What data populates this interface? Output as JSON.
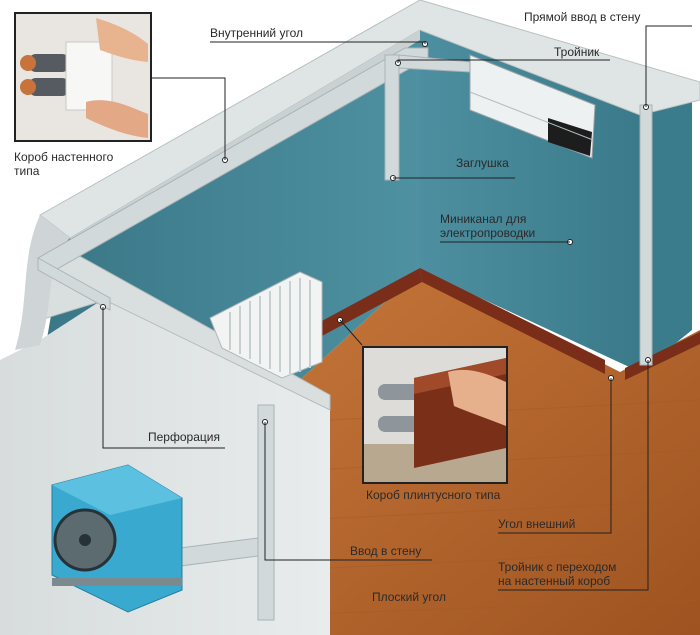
{
  "labels": {
    "internal_corner": "Внутренний угол",
    "direct_wall_entry": "Прямой ввод в стену",
    "tee": "Тройник",
    "wall_box_line1": "Короб настенного",
    "wall_box_line2": "типа",
    "end_cap": "Заглушка",
    "minichannel_line1": "Миниканал для",
    "minichannel_line2": "электропроводки",
    "perforation": "Перфорация",
    "skirting_box": "Короб плинтусного типа",
    "external_corner": "Угол внешний",
    "tee_transition_line1": "Тройник с переходом",
    "tee_transition_line2": "на настенный короб",
    "wall_entry": "Ввод  в стену",
    "flat_corner": "Плоский угол"
  },
  "icons": {
    "wall_box_photo": "hands-installing-wall-duct-photo",
    "skirting_photo": "hand-installing-skirting-duct-photo",
    "indoor_unit": "air-conditioner-indoor-unit",
    "outdoor_unit": "air-conditioner-outdoor-unit",
    "radiator": "radiator"
  },
  "colors": {
    "wall": "#3e7f8f",
    "wall_light": "#4f93a3",
    "floor": "#b9692c",
    "wall_top": "#d6dcdc",
    "skirting": "#7a2e1a",
    "duct": "#cfd6d8",
    "outdoor_unit": "#3aa9cf",
    "leader_line": "#222222"
  }
}
